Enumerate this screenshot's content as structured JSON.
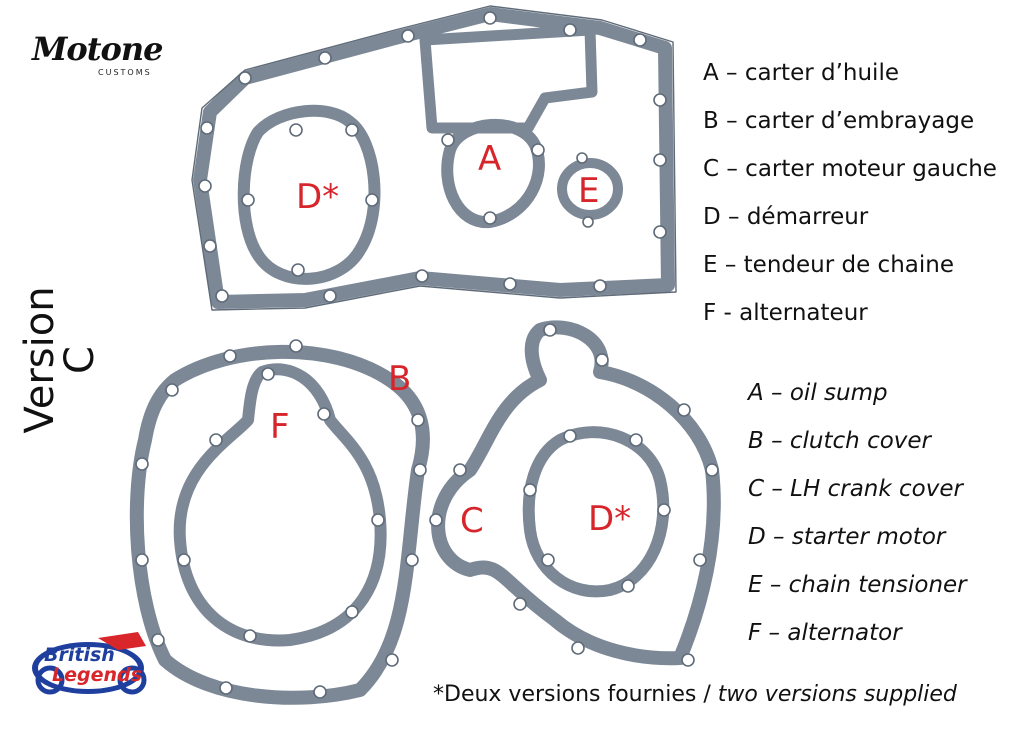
{
  "brand": {
    "top_logo": "Motone",
    "top_logo_sub": "CUSTOMS",
    "bottom_logo_line1": "British",
    "bottom_logo_line2": "Legends"
  },
  "version_label": "Version C",
  "callouts": {
    "A": "A",
    "B": "B",
    "C": "C",
    "E": "E",
    "F": "F",
    "D_top": "D*",
    "D_bottom": "D*"
  },
  "legend_fr": [
    "A – carter d’huile",
    "B – carter d’embrayage",
    "C – carter moteur gauche",
    "D – démarreur",
    "E – tendeur de chaine",
    "F - alternateur"
  ],
  "legend_en": [
    "A – oil sump",
    "B – clutch cover",
    "C – LH crank cover",
    "D – starter motor",
    "E – chain tensioner",
    "F – alternator"
  ],
  "footnote": {
    "fr": "*Deux versions fournies / ",
    "en": "two versions supplied"
  },
  "colors": {
    "callout": "#d7262b",
    "gasket": "#7d8896",
    "text": "#111111",
    "logo_blue": "#1f3f9e",
    "logo_red": "#d9262b"
  }
}
